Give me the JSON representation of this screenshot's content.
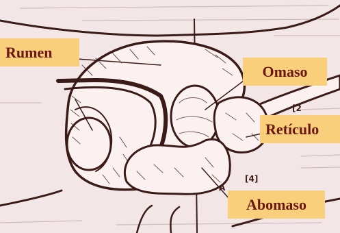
{
  "labels": {
    "rumen": "Rumen",
    "omaso": "Omaso",
    "reticulo": "Retículo",
    "abomaso": "Abomaso"
  },
  "markers": {
    "reticulo_number": "[2",
    "abomaso_number": "[4]",
    "abomaso_letter": "A"
  },
  "colors": {
    "background": "#f2e6e7",
    "label_fill": "#f9cf7c",
    "label_text": "#6b1712",
    "ink": "#3a1b18",
    "stomach_fill": "#fbf1f1"
  }
}
